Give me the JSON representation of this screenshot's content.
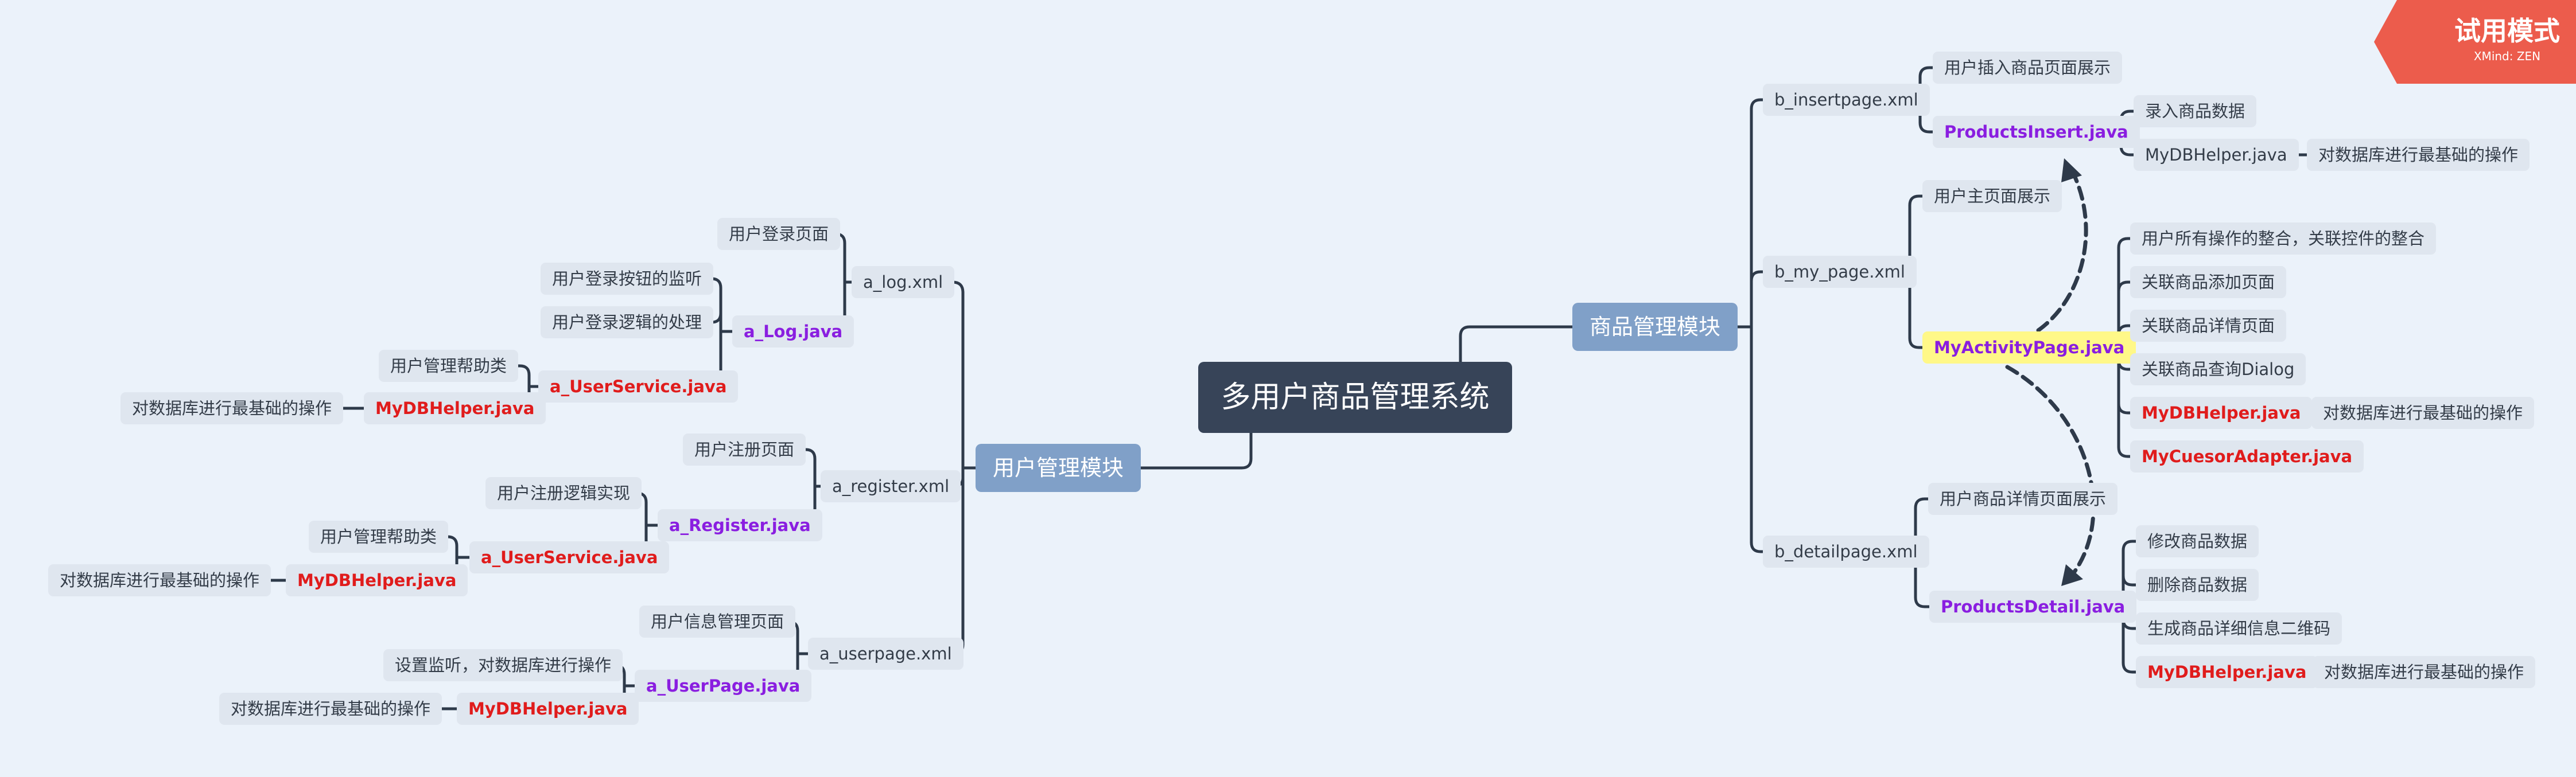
{
  "badge": {
    "title": "试用模式",
    "subtitle": "XMind: ZEN"
  },
  "root": "多用户商品管理系统",
  "branches": {
    "user": "用户管理模块",
    "goods": "商品管理模块"
  },
  "left": {
    "a_log_xml": "a_log.xml",
    "a_log_page": "用户登录页面",
    "a_log_java": "a_Log.java",
    "a_log_listen": "用户登录按钮的监听",
    "a_log_logic": "用户登录逻辑的处理",
    "a_log_us": "a_UserService.java",
    "a_log_us_help": "用户管理帮助类",
    "a_log_db": "MyDBHelper.java",
    "a_log_db_desc": "对数据库进行最基础的操作",
    "a_reg_xml": "a_register.xml",
    "a_reg_page": "用户注册页面",
    "a_reg_java": "a_Register.java",
    "a_reg_logic": "用户注册逻辑实现",
    "a_reg_us": "a_UserService.java",
    "a_reg_us_help": "用户管理帮助类",
    "a_reg_db": "MyDBHelper.java",
    "a_reg_db_desc": "对数据库进行最基础的操作",
    "a_up_xml": "a_userpage.xml",
    "a_up_page": "用户信息管理页面",
    "a_up_java": "a_UserPage.java",
    "a_up_listen": "设置监听，对数据库进行操作",
    "a_up_db": "MyDBHelper.java",
    "a_up_db_desc": "对数据库进行最基础的操作"
  },
  "right": {
    "b_ins_xml": "b_insertpage.xml",
    "b_ins_page": "用户插入商品页面展示",
    "b_ins_java": "ProductsInsert.java",
    "b_ins_entry": "录入商品数据",
    "b_ins_db": "MyDBHelper.java",
    "b_ins_db_desc": "对数据库进行最基础的操作",
    "b_my_xml": "b_my_page.xml",
    "b_my_page": "用户主页面展示",
    "b_my_java": "MyActivityPage.java",
    "b_my_c1": "用户所有操作的整合，关联控件的整合",
    "b_my_c2": "关联商品添加页面",
    "b_my_c3": "关联商品详情页面",
    "b_my_c4": "关联商品查询Dialog",
    "b_my_db": "MyDBHelper.java",
    "b_my_db_desc": "对数据库进行最基础的操作",
    "b_my_adapter": "MyCuesorAdapter.java",
    "b_det_xml": "b_detailpage.xml",
    "b_det_page": "用户商品详情页面展示",
    "b_det_java": "ProductsDetail.java",
    "b_det_c1": "修改商品数据",
    "b_det_c2": "删除商品数据",
    "b_det_c3": "生成商品详细信息二维码",
    "b_det_db": "MyDBHelper.java",
    "b_det_db_desc": "对数据库进行最基础的操作"
  },
  "colors": {
    "background": "#ebf2fa",
    "root": "#374458",
    "branch": "#80a0c8",
    "node": "#dfe6ef",
    "line": "#2e3a4a",
    "purple": "#8a1ee0",
    "red": "#e01c1c",
    "highlight": "#fff888",
    "badge": "#ec5c4c"
  }
}
